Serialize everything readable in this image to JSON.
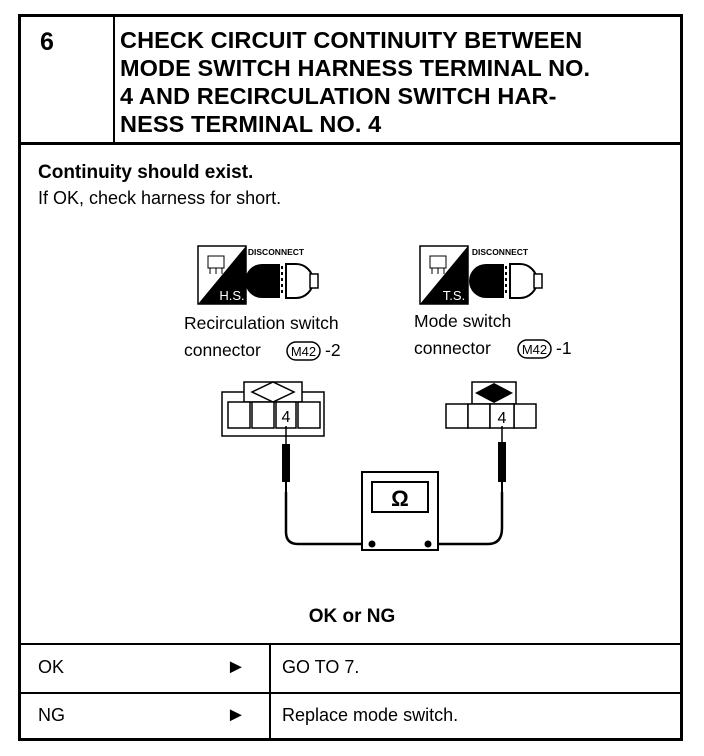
{
  "step": {
    "number": "6",
    "title_lines": [
      "CHECK CIRCUIT CONTINUITY BETWEEN",
      "MODE SWITCH HARNESS TERMINAL NO.",
      "4 AND RECIRCULATION SWITCH HAR-",
      "NESS TERMINAL NO. 4"
    ]
  },
  "instructions": {
    "main": "Continuity should exist.",
    "sub": "If OK, check harness for short."
  },
  "diagram": {
    "left_connector": {
      "badge": "H.S.",
      "disconnect_label": "DISCONNECT",
      "name_line": "Recirculation switch",
      "connector_word": "connector",
      "connector_code": "M42",
      "connector_suffix": "-2",
      "terminal": "4"
    },
    "right_connector": {
      "badge": "T.S.",
      "disconnect_label": "DISCONNECT",
      "name_line": "Mode switch",
      "connector_word": "connector",
      "connector_code": "M42",
      "connector_suffix": "-1",
      "terminal": "4"
    },
    "meter_symbol": "Ω"
  },
  "prompt": "OK or NG",
  "results": [
    {
      "label": "OK",
      "arrow": "►",
      "action": "GO TO 7."
    },
    {
      "label": "NG",
      "arrow": "►",
      "action": "Replace mode switch."
    }
  ]
}
